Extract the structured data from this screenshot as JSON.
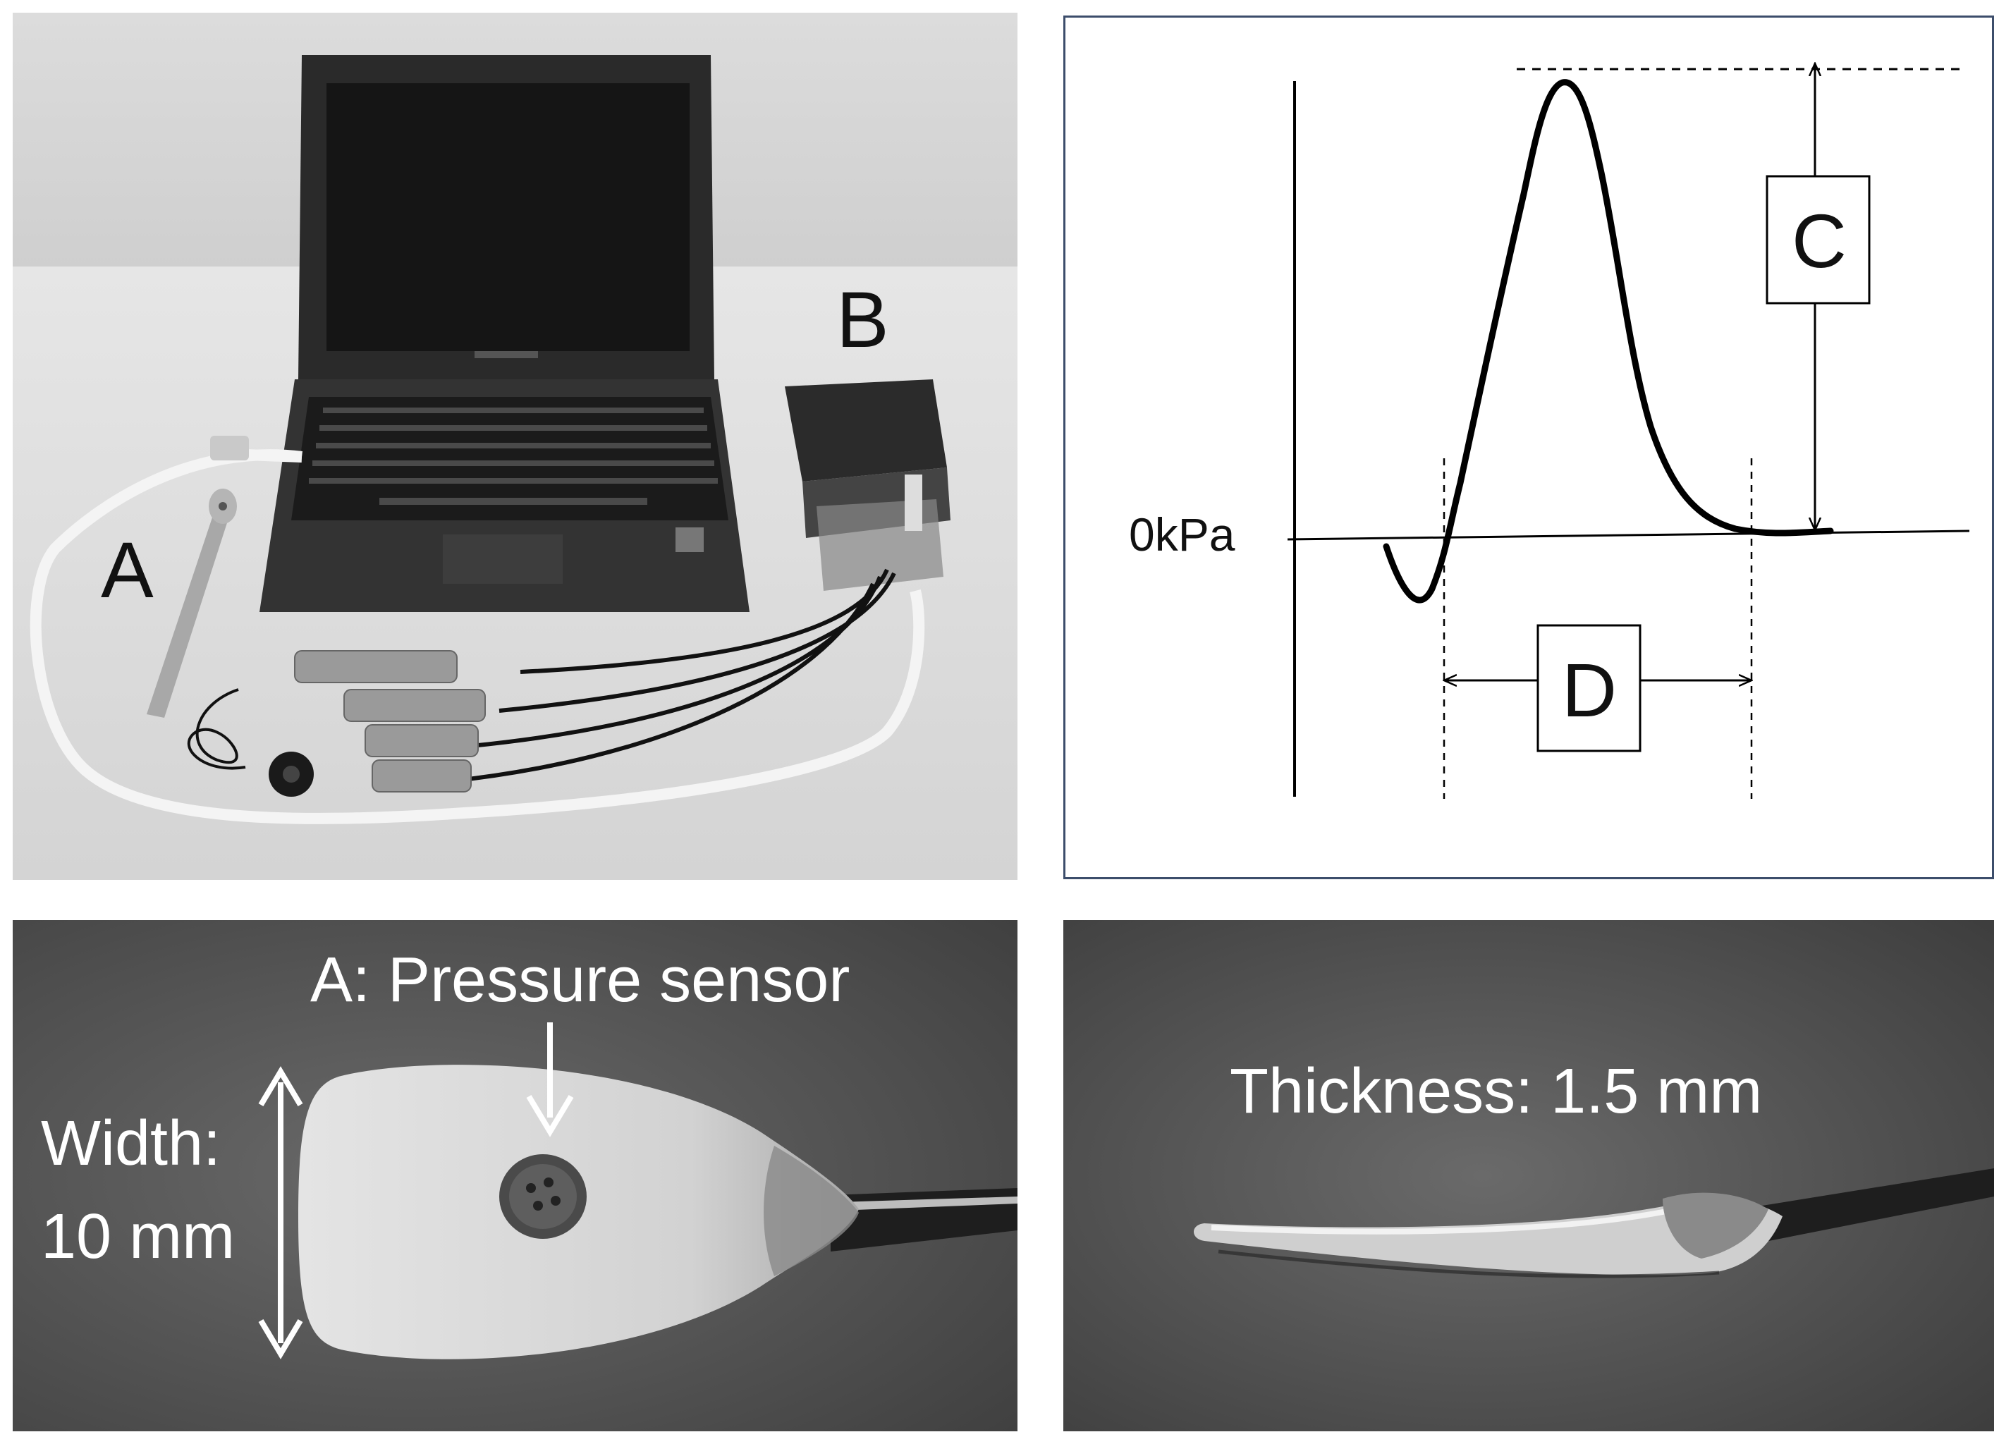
{
  "panels": {
    "setup_photo": {
      "label_a": "A",
      "label_b": "B"
    },
    "waveform": {
      "baseline_label": "0kPa",
      "peak_amplitude_label": "C",
      "duration_label": "D"
    },
    "sensor_top_photo": {
      "sensor_label": "A: Pressure sensor",
      "width_label_line1": "Width:",
      "width_label_line2": "10 mm"
    },
    "sensor_side_photo": {
      "thickness_label": "Thickness: 1.5 mm"
    }
  },
  "colors": {
    "photo_background_top_left": "#d9d9d9",
    "photo_background_bottom": "#5a5a5a",
    "waveform_frame": "#3c4d6b",
    "curve": "#000000"
  },
  "icons": [
    "laptop-icon",
    "amplifier-box-icon",
    "cable-icon",
    "connector-icon",
    "sensor-probe-icon",
    "double-arrow-icon",
    "down-arrow-icon"
  ]
}
